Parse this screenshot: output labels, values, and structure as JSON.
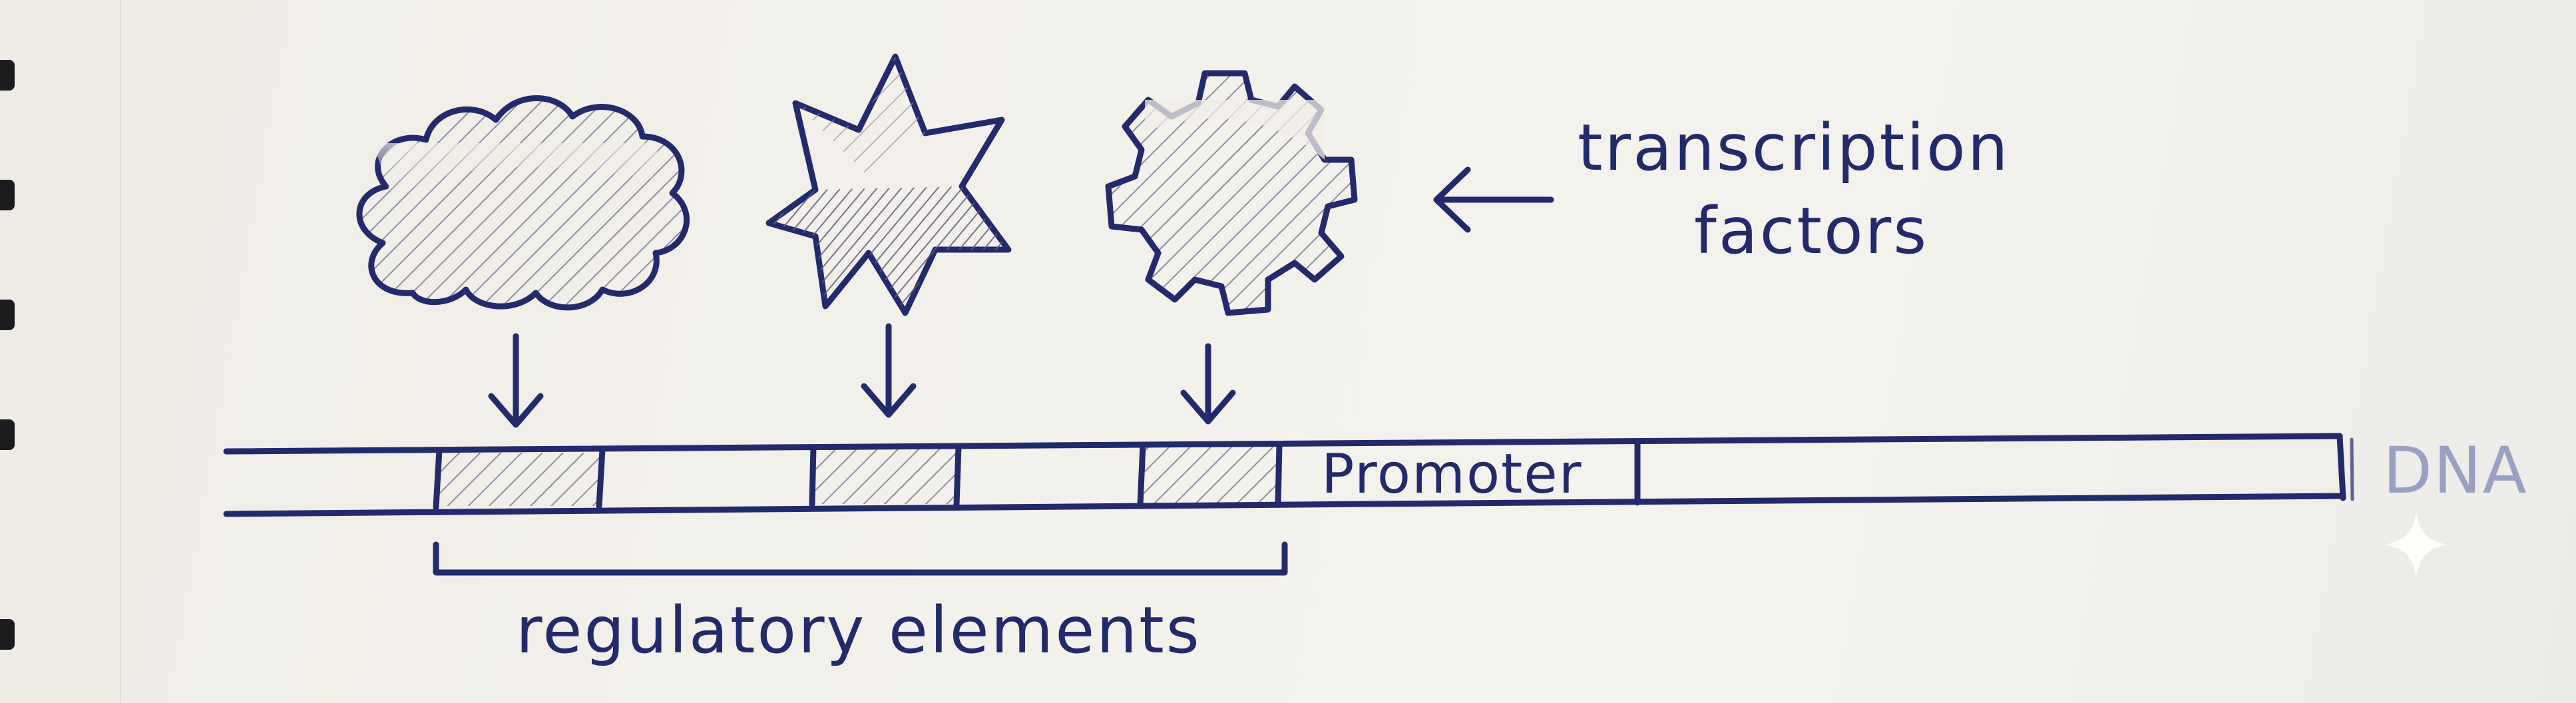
{
  "labels": {
    "transcription_factors_line1": "transcription",
    "transcription_factors_line2": "factors",
    "promoter": "Promoter",
    "dna": "DNA",
    "regulatory_elements": "regulatory elements"
  },
  "colors": {
    "ink": "#232a6b",
    "hatch": "#8a8da3",
    "paper": "#f1eee8"
  },
  "icons": {
    "factor_shapes": [
      "cloud-icon",
      "star-icon",
      "gear-icon"
    ],
    "sparkle": "sparkle-icon"
  }
}
